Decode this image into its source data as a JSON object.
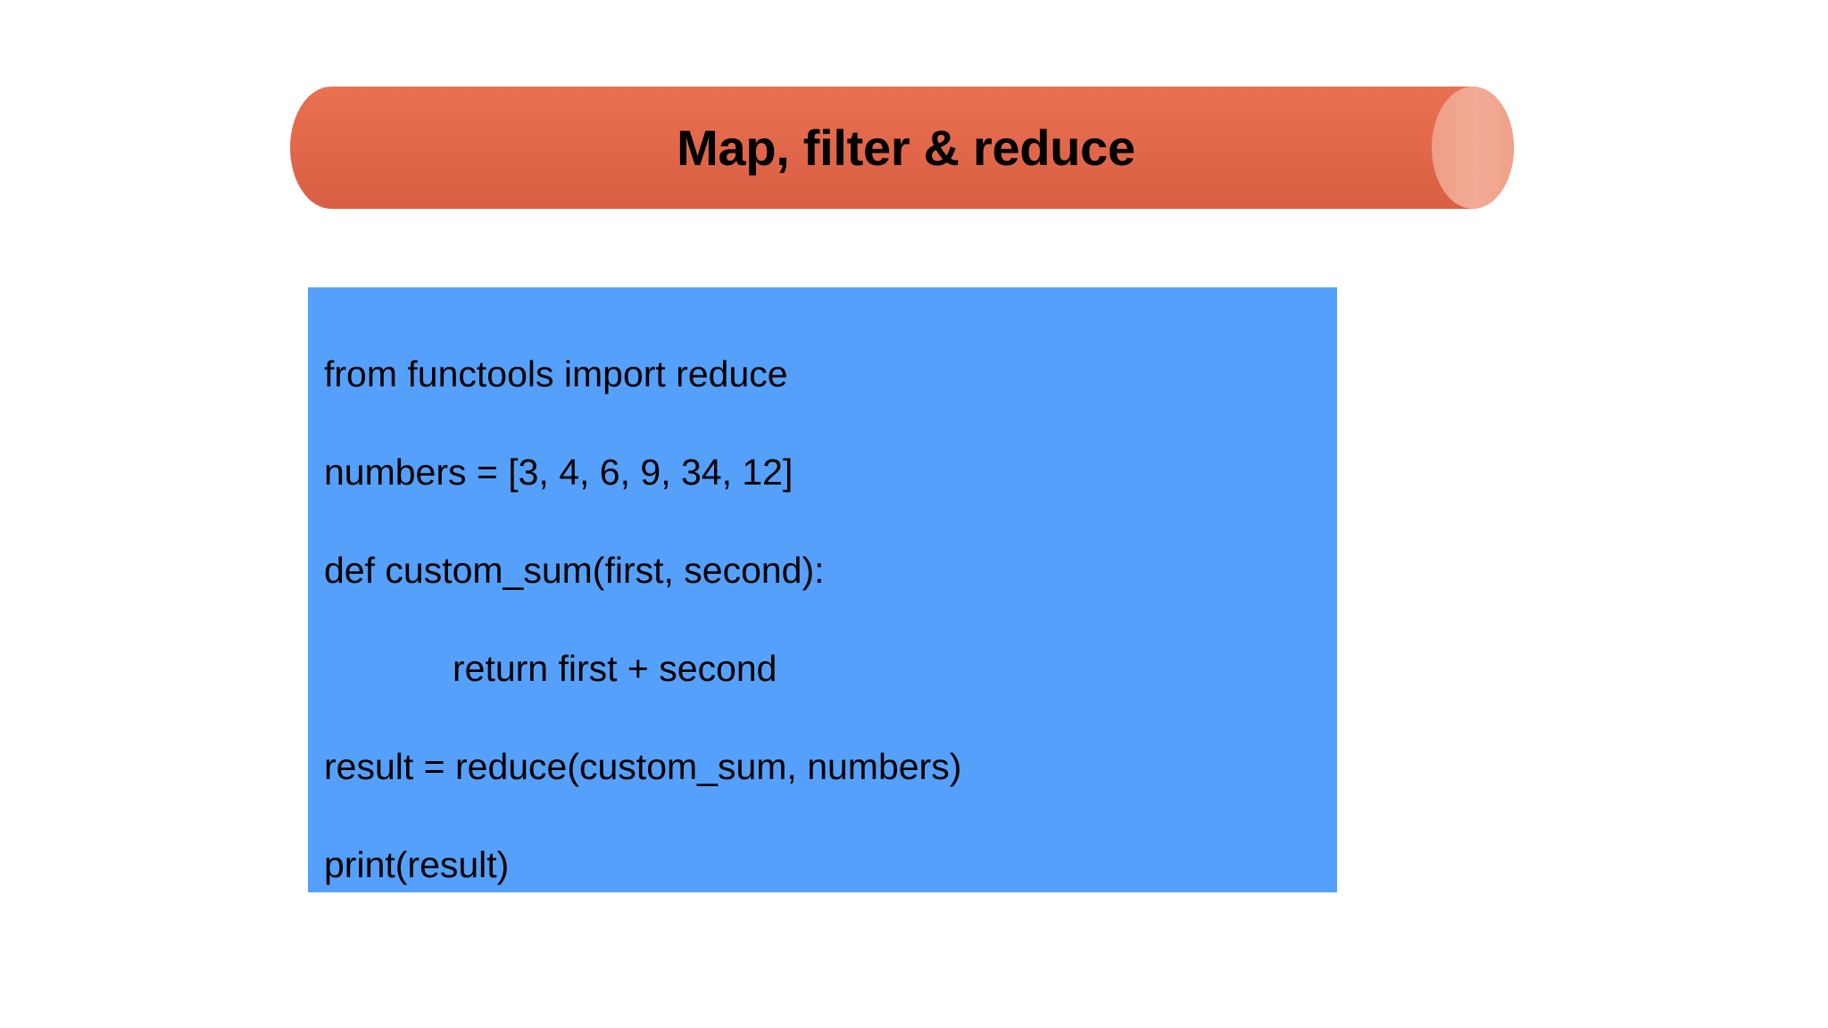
{
  "slide": {
    "background_color": "#FFFFFF",
    "title_banner": {
      "label": "Map, filter & reduce",
      "shape": "cylinder",
      "body_color": "#E2684B",
      "cap_color": "#F0A189",
      "text_color": "#000000"
    },
    "code_block": {
      "background_color": "#55A0FB",
      "text_color": "#000000",
      "language": "python",
      "lines": [
        {
          "text": "from functools import reduce",
          "indent": 0
        },
        {
          "text": "numbers = [3, 4, 6, 9, 34, 12]",
          "indent": 0
        },
        {
          "text": "def custom_sum(first, second):",
          "indent": 0
        },
        {
          "text": "return first + second",
          "indent": 1
        },
        {
          "text": "result = reduce(custom_sum, numbers)",
          "indent": 0
        },
        {
          "text": "print(result)",
          "indent": 0
        }
      ]
    }
  }
}
